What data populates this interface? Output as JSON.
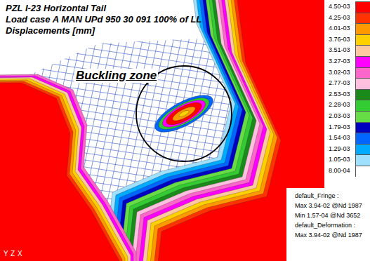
{
  "diagram": {
    "title": "PZL I-23 Horizontal Tail",
    "labels": [
      "Load case A MAN UPd 950 30 091 100% of LL",
      "Displacements [mm]",
      "Buckling zone",
      "default_Fringe :",
      "Max 3.94-02 @Nd 1987",
      "Min 1.57-04 @Nd 3652",
      "default_Deformation :",
      "Max 3.94-02 @Nd 1987",
      "Y",
      "Z",
      "X"
    ],
    "legend": [
      {
        "text": "4.50-03",
        "color": "#ff0000"
      },
      {
        "text": "4.25-03",
        "color": "#ff3300"
      },
      {
        "text": "4.01-03",
        "color": "#ff9900"
      },
      {
        "text": "3.76-03",
        "color": "#ffd000"
      },
      {
        "text": "3.51-03",
        "color": "#ffc8a0"
      },
      {
        "text": "3.27-03",
        "color": "#ff00ff"
      },
      {
        "text": "3.02-03",
        "color": "#ff66cc"
      },
      {
        "text": "2.77-03",
        "color": "#ffc0e0"
      },
      {
        "text": "2.53-03",
        "color": "#1a8a1a"
      },
      {
        "text": "2.28-03",
        "color": "#33cc33"
      },
      {
        "text": "2.03-03",
        "color": "#66dd44"
      },
      {
        "text": "1.79-03",
        "color": "#0000c0"
      },
      {
        "text": "1.54-03",
        "color": "#0066ff"
      },
      {
        "text": "1.29-03",
        "color": "#00aaff"
      },
      {
        "text": "1.05-03",
        "color": "#a0e0ff"
      },
      {
        "text": "8.00-04",
        "color": "#ffffff"
      }
    ]
  }
}
